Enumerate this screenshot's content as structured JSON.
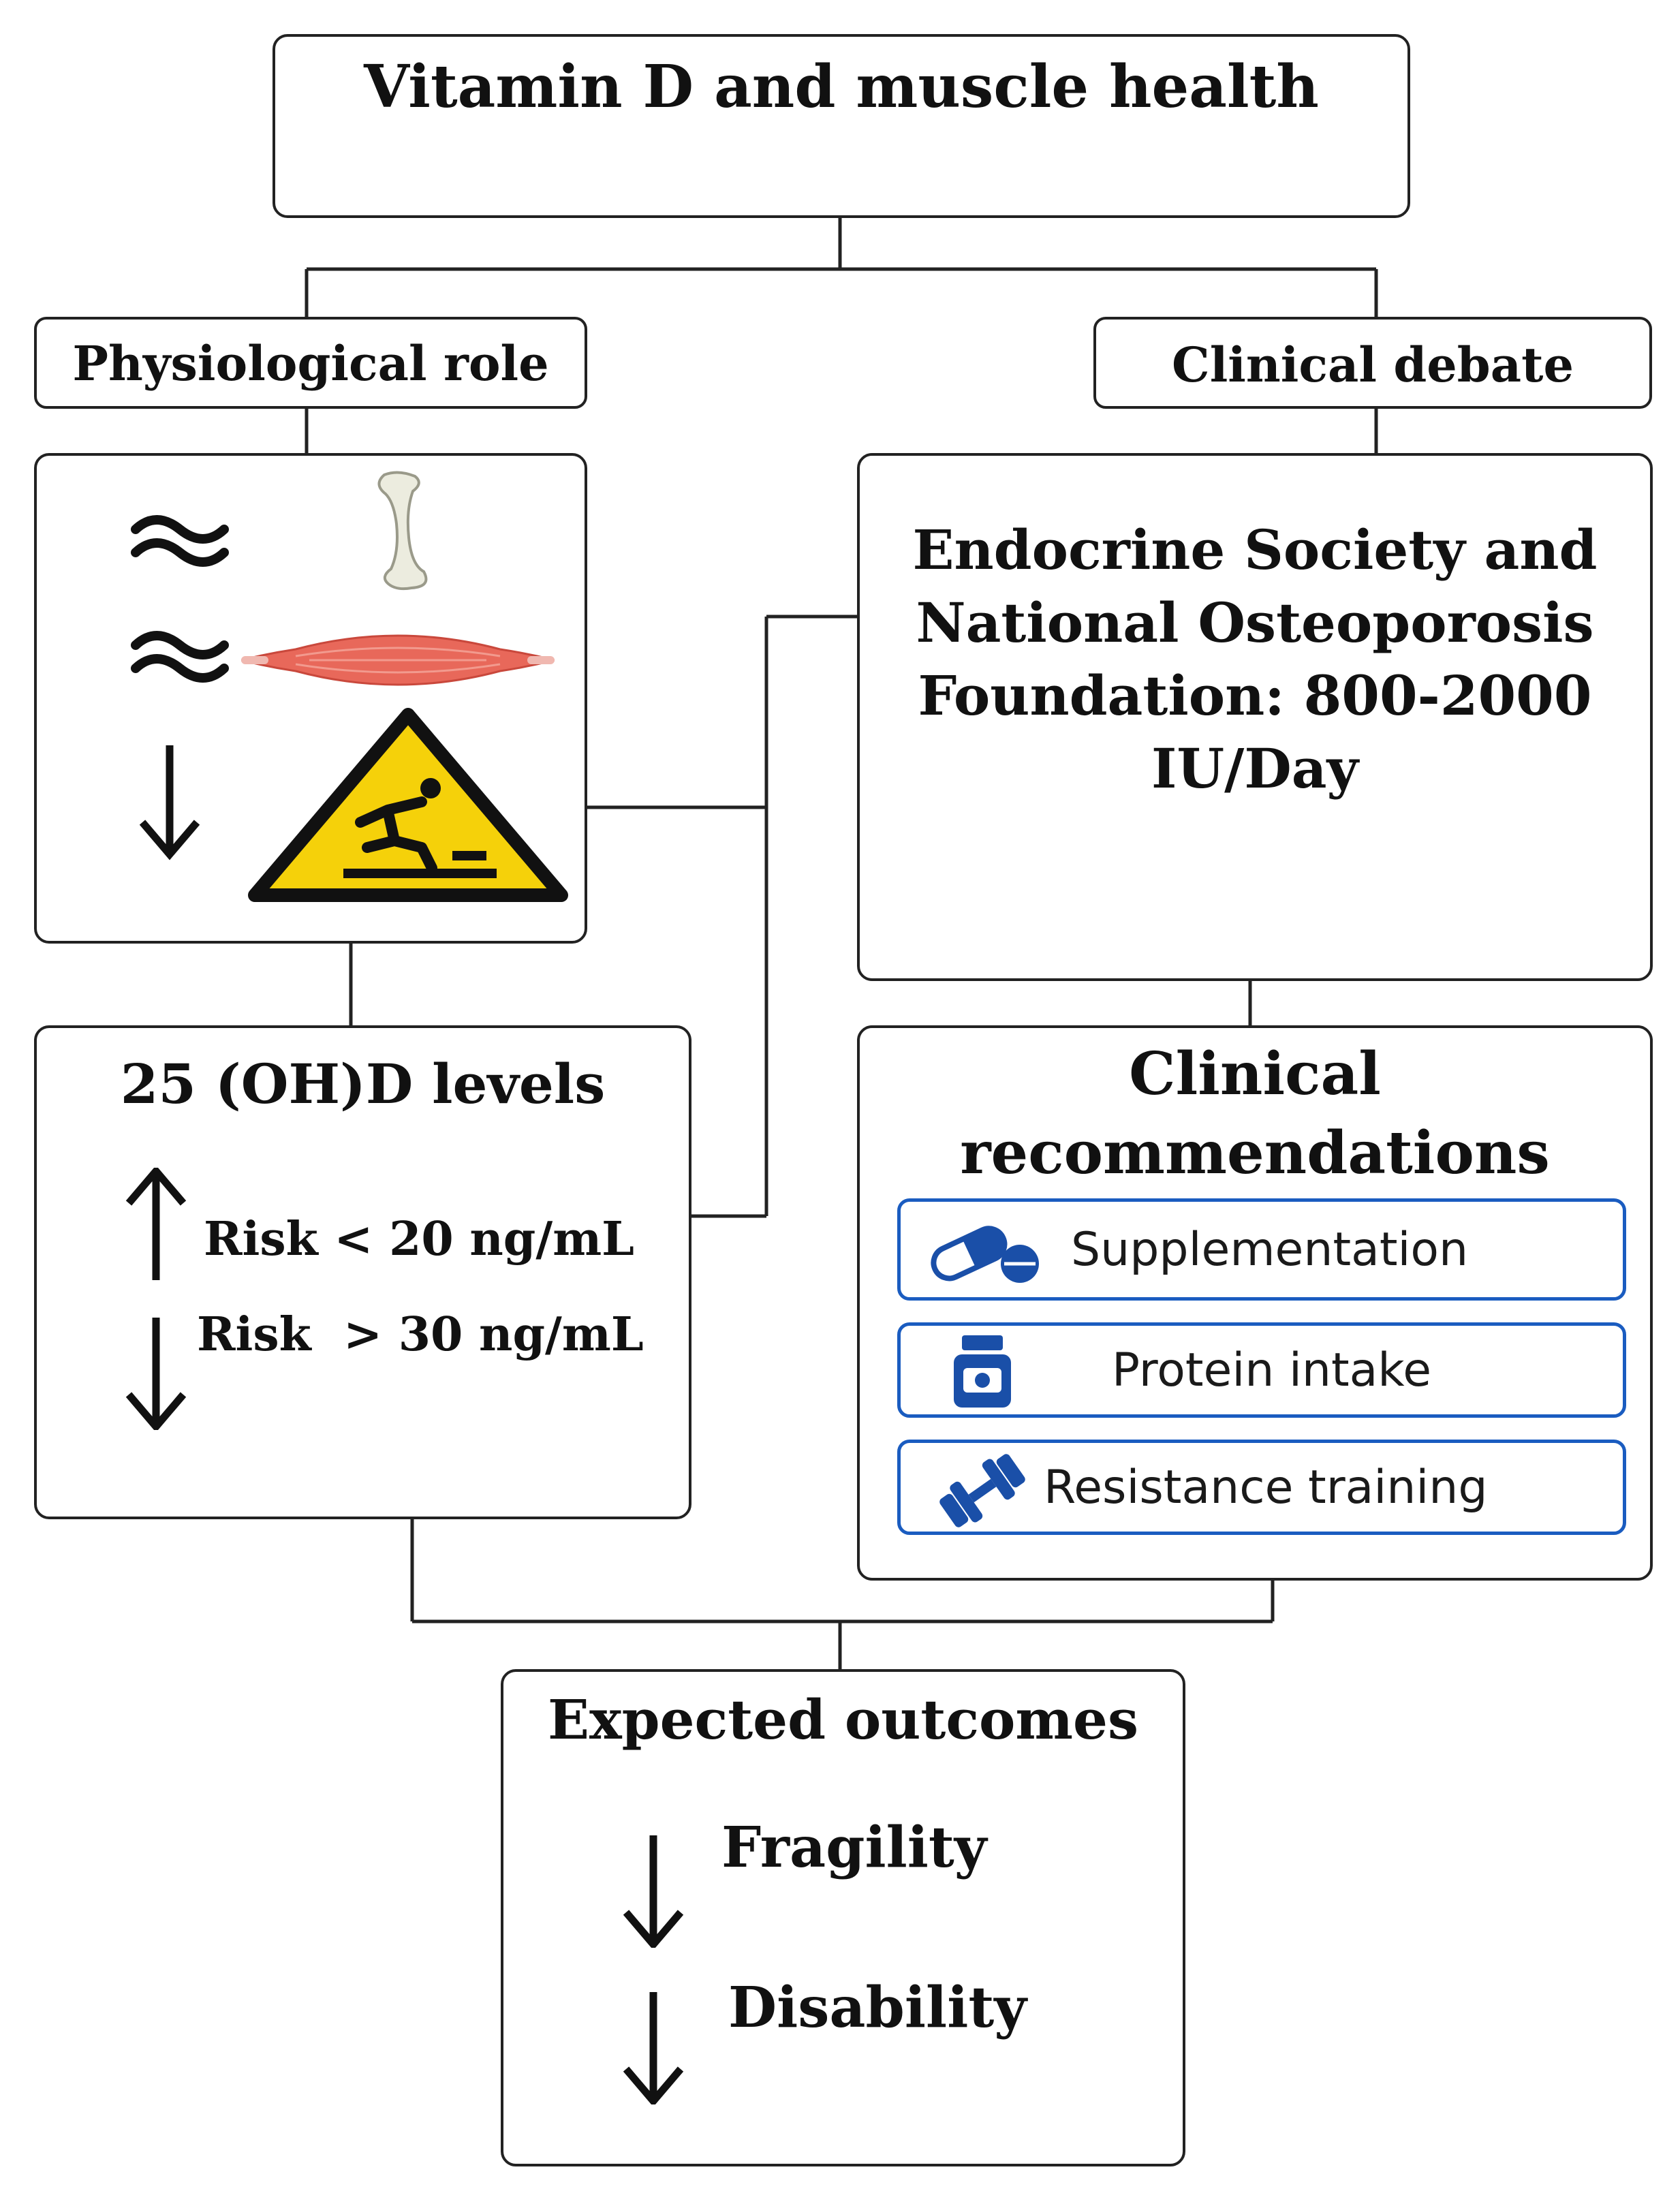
{
  "title": "Vitamin D and muscle health",
  "branches": {
    "left_header": "Physiological role",
    "right_header": "Clinical debate"
  },
  "physiology_icons": [
    "approx-icon",
    "bone-icon",
    "approx-icon",
    "muscle-icon",
    "down-arrow-icon",
    "fall-warning-icon"
  ],
  "levels": {
    "title": "25 (OH)D levels",
    "risk_low": "Risk < 20 ng/mL",
    "risk_high": "Risk  > 30 ng/mL"
  },
  "guideline": {
    "text": "Endocrine Society and National Osteoporosis Foundation: 800-2000 IU/Day"
  },
  "recommendations": {
    "title": "Clinical recommendations",
    "items": [
      {
        "label": "Supplementation",
        "icon": "pill-icon"
      },
      {
        "label": "Protein intake",
        "icon": "supplement-jar-icon"
      },
      {
        "label": "Resistance training",
        "icon": "dumbbell-icon"
      }
    ]
  },
  "outcomes": {
    "title": "Expected outcomes",
    "items": [
      "Fragility",
      "Disability"
    ]
  },
  "colors": {
    "line": "#222222",
    "accent_blue": "#1a5cc0",
    "muscle": "#e8685a",
    "warning_yellow": "#f5d10a"
  }
}
